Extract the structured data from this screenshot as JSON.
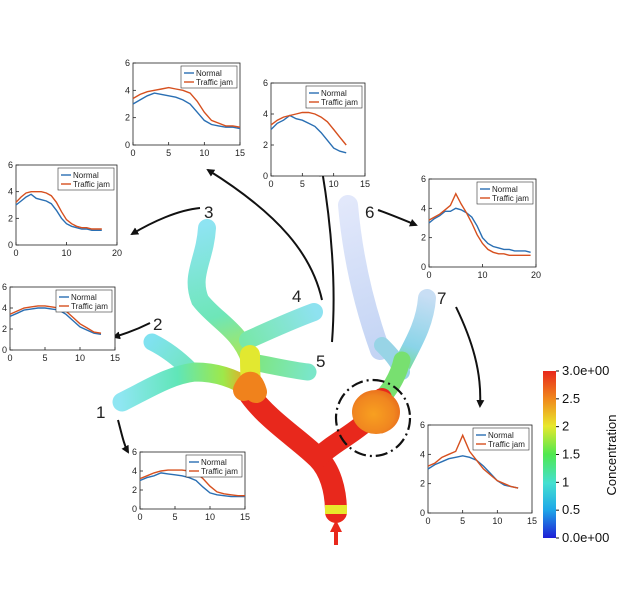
{
  "colors": {
    "normal": "#2a6fb3",
    "traffic_jam": "#d6501f",
    "colormap": [
      "#1f1fd6",
      "#1fa8e8",
      "#45e0d0",
      "#4fe84f",
      "#e8e82c",
      "#f08a1c",
      "#e8281c"
    ]
  },
  "branch_labels": [
    "1",
    "2",
    "3",
    "4",
    "5",
    "6",
    "7"
  ],
  "colorbar": {
    "label": "Concentration",
    "ticks": [
      "3.0e+00",
      "2.5",
      "2",
      "1.5",
      "1",
      "0.5",
      "0.0e+00"
    ],
    "min": 0,
    "max": 3
  },
  "inlet_arrow_icon": "red-up-arrow-icon",
  "chart_data": [
    {
      "type": "line",
      "id": "branch-1",
      "xlim": [
        0,
        15
      ],
      "ylim": [
        0,
        6
      ],
      "xticks": [
        "0",
        "5",
        "10",
        "15"
      ],
      "yticks": [
        "0",
        "2",
        "4",
        "6"
      ],
      "legend": [
        "Normal",
        "Traffic jam"
      ],
      "series": [
        {
          "name": "Normal",
          "x": [
            0,
            1,
            2,
            3,
            4,
            5,
            6,
            7,
            8,
            9,
            10,
            11,
            12,
            13,
            14,
            15
          ],
          "y": [
            3.0,
            3.3,
            3.5,
            3.8,
            3.7,
            3.6,
            3.5,
            3.3,
            3.0,
            2.3,
            1.7,
            1.5,
            1.4,
            1.3,
            1.3,
            1.3
          ]
        },
        {
          "name": "Traffic jam",
          "x": [
            0,
            1,
            2,
            3,
            4,
            5,
            6,
            7,
            8,
            9,
            10,
            11,
            12,
            13,
            14,
            15
          ],
          "y": [
            3.2,
            3.5,
            3.8,
            4.0,
            4.1,
            4.1,
            4.1,
            4.0,
            3.8,
            3.2,
            2.4,
            1.8,
            1.6,
            1.5,
            1.4,
            1.4
          ]
        }
      ]
    },
    {
      "type": "line",
      "id": "branch-2",
      "xlim": [
        0,
        15
      ],
      "ylim": [
        0,
        6
      ],
      "xticks": [
        "0",
        "5",
        "10",
        "15"
      ],
      "yticks": [
        "0",
        "2",
        "4",
        "6"
      ],
      "legend": [
        "Normal",
        "Traffic jam"
      ],
      "series": [
        {
          "name": "Normal",
          "x": [
            0,
            1,
            2,
            3,
            4,
            5,
            6,
            7,
            8,
            9,
            10,
            11,
            12,
            13
          ],
          "y": [
            3.2,
            3.5,
            3.8,
            3.9,
            4.0,
            4.0,
            3.9,
            3.8,
            3.4,
            2.8,
            2.2,
            1.9,
            1.6,
            1.5
          ]
        },
        {
          "name": "Traffic jam",
          "x": [
            0,
            1,
            2,
            3,
            4,
            5,
            6,
            7,
            8,
            9,
            10,
            11,
            12,
            13
          ],
          "y": [
            3.4,
            3.7,
            4.0,
            4.1,
            4.2,
            4.2,
            4.1,
            4.0,
            3.7,
            3.1,
            2.5,
            2.1,
            1.7,
            1.6
          ]
        }
      ]
    },
    {
      "type": "line",
      "id": "branch-3",
      "xlim": [
        0,
        20
      ],
      "ylim": [
        0,
        6
      ],
      "xticks": [
        "0",
        "10",
        "20"
      ],
      "yticks": [
        "0",
        "2",
        "4",
        "6"
      ],
      "legend": [
        "Normal",
        "Traffic jam"
      ],
      "series": [
        {
          "name": "Normal",
          "x": [
            0,
            1,
            2,
            3,
            4,
            5,
            6,
            7,
            8,
            9,
            10,
            11,
            12,
            13,
            14,
            15,
            16,
            17
          ],
          "y": [
            3.0,
            3.3,
            3.6,
            3.8,
            3.5,
            3.4,
            3.3,
            3.1,
            2.6,
            2.0,
            1.6,
            1.4,
            1.3,
            1.2,
            1.2,
            1.1,
            1.1,
            1.1
          ]
        },
        {
          "name": "Traffic jam",
          "x": [
            0,
            1,
            2,
            3,
            4,
            5,
            6,
            7,
            8,
            9,
            10,
            11,
            12,
            13,
            14,
            15,
            16,
            17
          ],
          "y": [
            3.2,
            3.6,
            3.9,
            4.0,
            4.0,
            4.0,
            3.9,
            3.7,
            3.2,
            2.5,
            1.9,
            1.6,
            1.4,
            1.3,
            1.3,
            1.2,
            1.2,
            1.2
          ]
        }
      ]
    },
    {
      "type": "line",
      "id": "branch-4",
      "xlim": [
        0,
        15
      ],
      "ylim": [
        0,
        6
      ],
      "xticks": [
        "0",
        "5",
        "10",
        "15"
      ],
      "yticks": [
        "0",
        "2",
        "4",
        "6"
      ],
      "legend": [
        "Normal",
        "Traffic jam"
      ],
      "series": [
        {
          "name": "Normal",
          "x": [
            0,
            1,
            2,
            3,
            4,
            5,
            6,
            7,
            8,
            9,
            10,
            11,
            12,
            13,
            14,
            15
          ],
          "y": [
            3.0,
            3.3,
            3.6,
            3.8,
            3.7,
            3.6,
            3.5,
            3.3,
            3.0,
            2.4,
            1.8,
            1.5,
            1.4,
            1.3,
            1.3,
            1.2
          ]
        },
        {
          "name": "Traffic jam",
          "x": [
            0,
            1,
            2,
            3,
            4,
            5,
            6,
            7,
            8,
            9,
            10,
            11,
            12,
            13,
            14,
            15
          ],
          "y": [
            3.4,
            3.7,
            3.9,
            4.0,
            4.1,
            4.2,
            4.1,
            4.0,
            3.8,
            3.2,
            2.4,
            1.8,
            1.6,
            1.4,
            1.4,
            1.3
          ]
        }
      ]
    },
    {
      "type": "line",
      "id": "branch-5",
      "xlim": [
        0,
        15
      ],
      "ylim": [
        0,
        6
      ],
      "xticks": [
        "0",
        "5",
        "10",
        "15"
      ],
      "yticks": [
        "0",
        "2",
        "4",
        "6"
      ],
      "legend": [
        "Normal",
        "Traffic jam"
      ],
      "series": [
        {
          "name": "Normal",
          "x": [
            0,
            1,
            2,
            3,
            4,
            5,
            6,
            7,
            8,
            9,
            10,
            11,
            12
          ],
          "y": [
            3.0,
            3.4,
            3.6,
            3.9,
            3.7,
            3.6,
            3.4,
            3.2,
            2.8,
            2.3,
            1.8,
            1.6,
            1.5
          ]
        },
        {
          "name": "Traffic jam",
          "x": [
            0,
            1,
            2,
            3,
            4,
            5,
            6,
            7,
            8,
            9,
            10,
            11,
            12
          ],
          "y": [
            3.3,
            3.6,
            3.8,
            3.9,
            4.0,
            4.1,
            4.1,
            4.0,
            3.8,
            3.5,
            3.0,
            2.5,
            2.0
          ]
        }
      ]
    },
    {
      "type": "line",
      "id": "branch-6",
      "xlim": [
        0,
        20
      ],
      "ylim": [
        0,
        6
      ],
      "xticks": [
        "0",
        "10",
        "20"
      ],
      "yticks": [
        "0",
        "2",
        "4",
        "6"
      ],
      "legend": [
        "Normal",
        "Traffic jam"
      ],
      "series": [
        {
          "name": "Normal",
          "x": [
            0,
            1,
            2,
            3,
            4,
            5,
            6,
            7,
            8,
            9,
            10,
            11,
            12,
            13,
            14,
            15,
            16,
            17,
            18,
            19
          ],
          "y": [
            3.0,
            3.3,
            3.5,
            3.8,
            3.8,
            4.0,
            3.9,
            3.7,
            3.4,
            2.8,
            2.0,
            1.6,
            1.4,
            1.3,
            1.2,
            1.2,
            1.1,
            1.1,
            1.1,
            1.0
          ]
        },
        {
          "name": "Traffic jam",
          "x": [
            0,
            1,
            2,
            3,
            4,
            5,
            6,
            7,
            8,
            9,
            10,
            11,
            12,
            13,
            14,
            15,
            16,
            17,
            18,
            19
          ],
          "y": [
            3.2,
            3.4,
            3.6,
            3.9,
            4.2,
            5.0,
            4.3,
            3.7,
            3.0,
            2.2,
            1.6,
            1.2,
            1.0,
            0.9,
            0.9,
            0.8,
            0.8,
            0.8,
            0.8,
            0.8
          ]
        }
      ]
    },
    {
      "type": "line",
      "id": "branch-7",
      "xlim": [
        0,
        15
      ],
      "ylim": [
        0,
        6
      ],
      "xticks": [
        "0",
        "5",
        "10",
        "15"
      ],
      "yticks": [
        "0",
        "2",
        "4",
        "6"
      ],
      "legend": [
        "Normal",
        "Traffic jam"
      ],
      "series": [
        {
          "name": "Normal",
          "x": [
            0,
            1,
            2,
            3,
            4,
            5,
            6,
            7,
            8,
            9,
            10,
            11,
            12,
            13
          ],
          "y": [
            3.0,
            3.3,
            3.5,
            3.7,
            3.8,
            3.9,
            3.8,
            3.6,
            3.2,
            2.7,
            2.2,
            1.9,
            1.8,
            1.7
          ]
        },
        {
          "name": "Traffic jam",
          "x": [
            0,
            1,
            2,
            3,
            4,
            5,
            6,
            7,
            8,
            9,
            10,
            11,
            12,
            13
          ],
          "y": [
            3.2,
            3.4,
            3.8,
            4.0,
            4.2,
            5.3,
            4.2,
            3.6,
            3.0,
            2.6,
            2.2,
            2.0,
            1.8,
            1.7
          ]
        }
      ]
    }
  ]
}
